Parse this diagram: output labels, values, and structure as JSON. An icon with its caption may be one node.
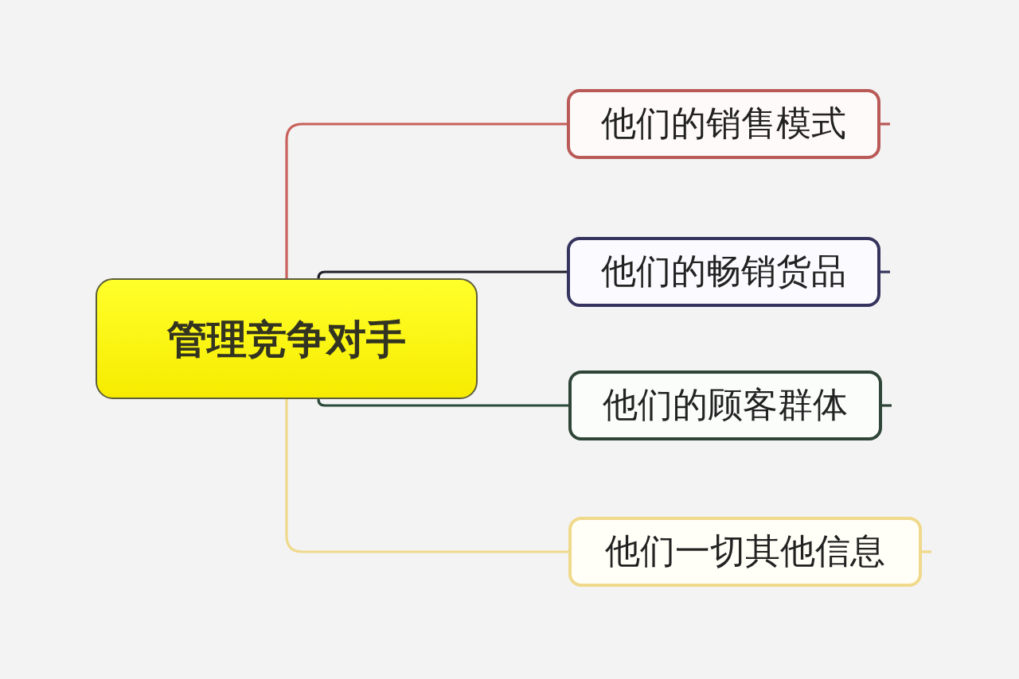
{
  "diagram": {
    "nodes": [
      {
        "text": [
          "管理竞争对手"
        ]
      },
      {
        "text": [
          "他们的销售模式"
        ]
      },
      {
        "text": [
          "他们的畅销货品"
        ]
      },
      {
        "text": [
          "他们的顾客群体"
        ]
      },
      {
        "text": [
          "他们一切其他信息"
        ]
      }
    ],
    "edges": [
      {
        "from": 0,
        "to": 1,
        "arrow": "none",
        "color": "#c9605c"
      },
      {
        "from": 0,
        "to": 2,
        "arrow": "none",
        "color": "#1e1e2a"
      },
      {
        "from": 0,
        "to": 3,
        "arrow": "none",
        "color": "#2c4a3a"
      },
      {
        "from": 0,
        "to": 4,
        "arrow": "none",
        "color": "#efd98c"
      }
    ]
  }
}
